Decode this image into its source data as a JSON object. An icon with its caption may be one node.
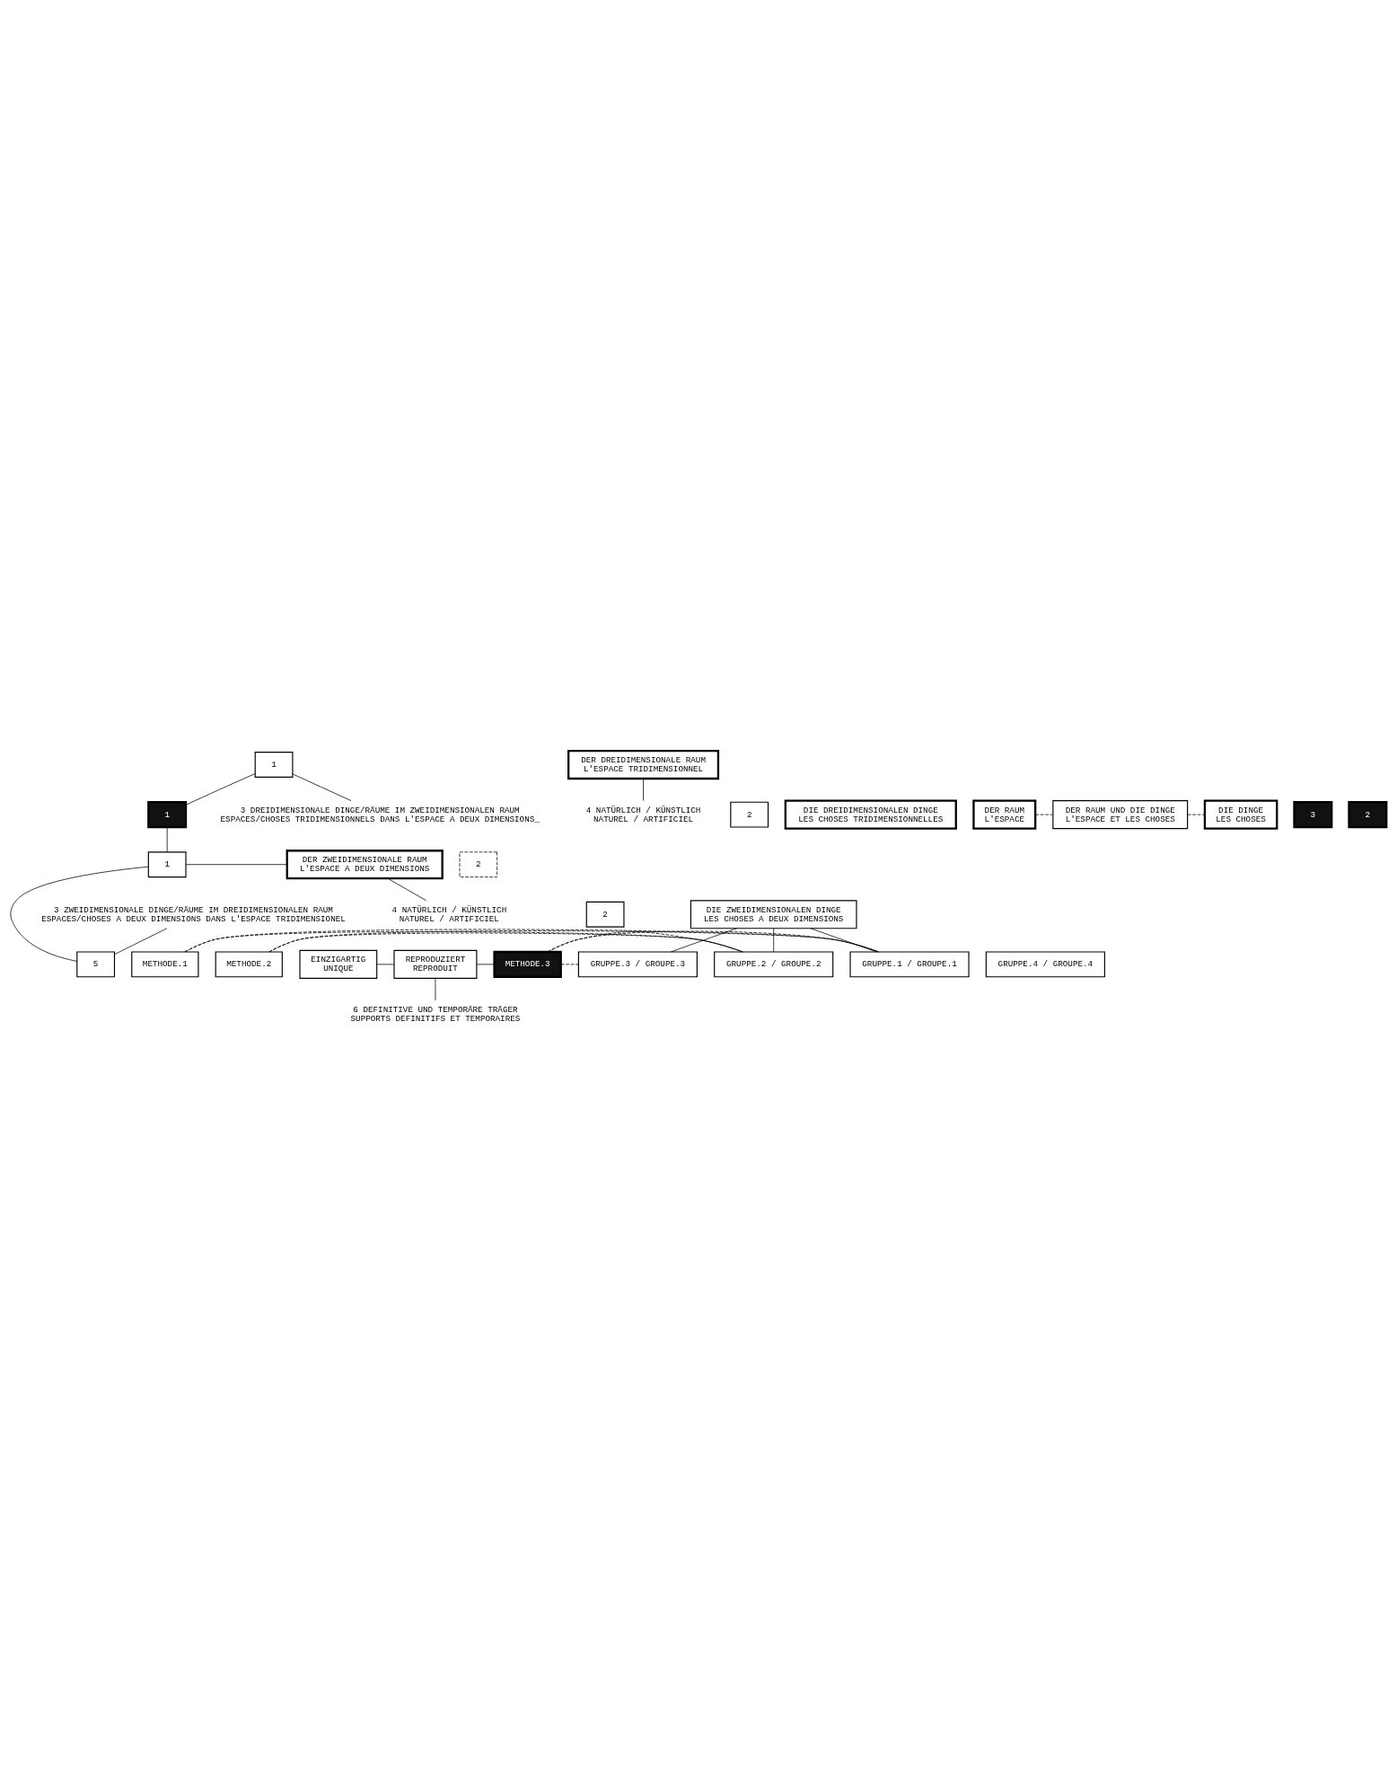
{
  "diagram": {
    "nodes": [
      {
        "text": [
          "1"
        ]
      },
      {
        "text": [
          "DER DREIDIMENSIONALE RAUM",
          "L'ESPACE TRIDIMENSIONNEL"
        ]
      },
      {
        "text": [
          "3 ZWEIDIMENSIONALE DINGE/RÄUME IM DREIDIMENSIONALEN RAUM",
          "ESPACES/CHOSES A DEUX DIMENSIONS DANS L'ESPACE TRIDIMENSIONEL"
        ]
      },
      {
        "text": [
          "4 NATÜRLICH / KÜNSTLICH",
          "NATUREL / ARTIFICIEL"
        ]
      },
      {
        "text": [
          "2"
        ]
      },
      {
        "text": [
          "DIE DREIDIMENSIONALEN DINGE",
          "LES CHOSES TRIDIMENSIONNELLES"
        ]
      },
      {
        "text": [
          "1"
        ]
      },
      {
        "text": [
          "DER RAUM",
          "L'ESPACE"
        ]
      },
      {
        "text": [
          "3"
        ]
      },
      {
        "text": [
          "DER RAUM UND DIE DINGE",
          "L'ESPACE ET LES CHOSES"
        ]
      },
      {
        "text": [
          "2"
        ]
      },
      {
        "text": [
          "DIE DINGE",
          "LES CHOSES"
        ]
      },
      {
        "text": [
          "4 NATÜRLICH / KÜNSTLICH",
          "NATUREL / ARTIFICIEL"
        ]
      },
      {
        "text": [
          "2"
        ]
      },
      {
        "text": [
          "DIE ZWEIDIMENSIONALEN DINGE",
          "LES CHOSES A DEUX DIMENSIONS"
        ]
      },
      {
        "text": [
          "3 DREIDIMENSIONALE DINGE/RÄUME IM ZWEIDIMENSIONALEN RAUM",
          "ESPACES/CHOSES TRIDIMENSIONNELS DANS L'ESPACE A DEUX DIMENSIONS_"
        ]
      },
      {
        "text": [
          "1"
        ]
      },
      {
        "text": [
          "DER ZWEIDIMENSIONALE RAUM",
          "L'ESPACE A DEUX DIMENSIONS"
        ]
      },
      {
        "text": [
          "2"
        ]
      },
      {
        "text": [
          "5"
        ]
      },
      {
        "text": [
          "EINZIGARTIG",
          "UNIQUE"
        ]
      },
      {
        "text": [
          "REPRODUZIERT",
          "REPRODUIT"
        ]
      },
      {
        "text": [
          "METHODE.1"
        ]
      },
      {
        "text": [
          "METHODE.2"
        ]
      },
      {
        "text": [
          "METHODE.3"
        ]
      },
      {
        "text": [
          "GRUPPE.1 / GROUPE.1"
        ]
      },
      {
        "text": [
          "GRUPPE.2 / GROUPE.2"
        ]
      },
      {
        "text": [
          "GRUPPE.3 / GROUPE.3"
        ]
      },
      {
        "text": [
          "GRUPPE.4 / GROUPE.4"
        ]
      },
      {
        "text": [
          "6 DEFINITIVE UND TEMPORÄRE TRÄGER",
          "SUPPORTS DEFINITIFS ET TEMPORAIRES"
        ]
      }
    ],
    "edges": [
      {
        "from": 0,
        "to": 6,
        "arrow": "none"
      },
      {
        "from": 6,
        "to": 16,
        "arrow": "none"
      },
      {
        "from": 16,
        "to": 19,
        "arrow": "none"
      },
      {
        "from": 0,
        "to": 15,
        "arrow": "none"
      },
      {
        "from": 2,
        "to": 19,
        "arrow": "none"
      },
      {
        "from": 1,
        "to": 3,
        "arrow": "none"
      },
      {
        "from": 7,
        "to": 9,
        "arrow": "none",
        "style": "dashed"
      },
      {
        "from": 9,
        "to": 11,
        "arrow": "none",
        "style": "dashed"
      },
      {
        "from": 17,
        "to": 12,
        "arrow": "none"
      },
      {
        "from": 16,
        "to": 17,
        "arrow": "none"
      },
      {
        "from": 14,
        "to": 25,
        "arrow": "none"
      },
      {
        "from": 14,
        "to": 26,
        "arrow": "none"
      },
      {
        "from": 14,
        "to": 27,
        "arrow": "none"
      },
      {
        "from": 20,
        "to": 21,
        "arrow": "none"
      },
      {
        "from": 21,
        "to": 24,
        "arrow": "none"
      },
      {
        "from": 22,
        "to": 25,
        "arrow": "none",
        "style": "dashed"
      },
      {
        "from": 22,
        "to": 26,
        "arrow": "none",
        "style": "dashed"
      },
      {
        "from": 23,
        "to": 25,
        "arrow": "none",
        "style": "dashed"
      },
      {
        "from": 23,
        "to": 26,
        "arrow": "none",
        "style": "dashed"
      },
      {
        "from": 24,
        "to": 25,
        "arrow": "none",
        "style": "dashed"
      },
      {
        "from": 24,
        "to": 26,
        "arrow": "none",
        "style": "dashed"
      },
      {
        "from": 24,
        "to": 27,
        "arrow": "none",
        "style": "dashed"
      },
      {
        "from": 21,
        "to": 29,
        "arrow": "none"
      }
    ]
  }
}
